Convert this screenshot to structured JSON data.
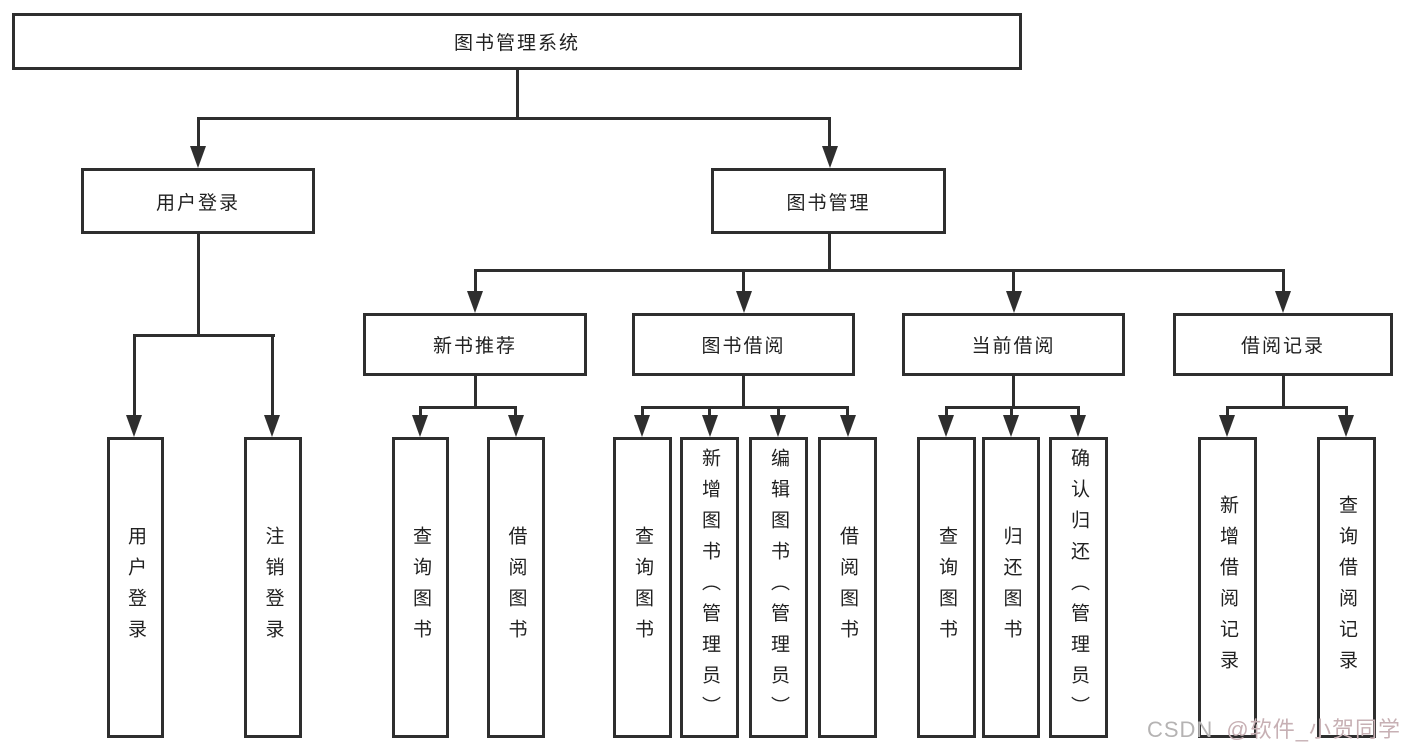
{
  "diagram": {
    "title": "图书管理系统",
    "nodes": {
      "root": "图书管理系统",
      "user_login": "用户登录",
      "book_mgmt": "图书管理",
      "login": "用户登录",
      "logout": "注销登录",
      "new_book": "新书推荐",
      "book_borrow": "图书借阅",
      "current_borrow": "当前借阅",
      "borrow_record": "借阅记录",
      "nb_query": "查询图书",
      "nb_borrow": "借阅图书",
      "bb_query": "查询图书",
      "bb_add": "新增图书（管理员）",
      "bb_edit": "编辑图书（管理员）",
      "bb_borrow": "借阅图书",
      "cb_query": "查询图书",
      "cb_return": "归还图书",
      "cb_confirm": "确认归还（管理员）",
      "br_add": "新增借阅记录",
      "br_query": "查询借阅记录"
    },
    "colors": {
      "line": "#2e2e2e",
      "text": "#212121",
      "background": "#ffffff"
    }
  },
  "watermark": {
    "site": "CSDN",
    "handle": "@软件_小贺同学"
  }
}
